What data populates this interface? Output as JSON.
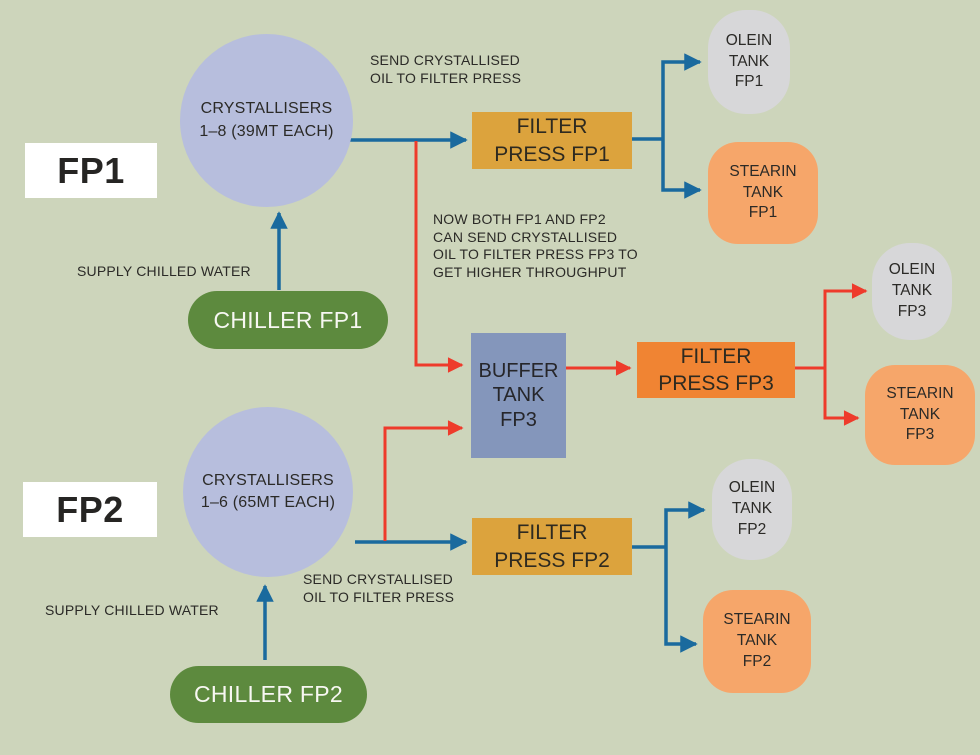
{
  "nodes": {
    "fp1_label": "FP1",
    "fp1_crystallisers": "CRYSTALLISERS\n1–8 (39MT EACH)",
    "fp1_chiller": "CHILLER FP1",
    "fp1_filter_press": "FILTER\nPRESS FP1",
    "fp1_olein_tank": "OLEIN\nTANK\nFP1",
    "fp1_stearin_tank": "STEARIN\nTANK\nFP1",
    "buffer_tank": "BUFFER\nTANK\nFP3",
    "fp3_filter_press": "FILTER\nPRESS FP3",
    "fp3_olein_tank": "OLEIN\nTANK\nFP3",
    "fp3_stearin_tank": "STEARIN\nTANK\nFP3",
    "fp2_label": "FP2",
    "fp2_crystallisers": "CRYSTALLISERS\n1–6 (65MT EACH)",
    "fp2_chiller": "CHILLER FP2",
    "fp2_filter_press": "FILTER\nPRESS FP2",
    "fp2_olein_tank": "OLEIN\nTANK\nFP2",
    "fp2_stearin_tank": "STEARIN\nTANK\nFP2"
  },
  "annotations": {
    "fp1_send_oil": "SEND CRYSTALLISED\nOIL TO FILTER PRESS",
    "fp1_supply_water": "SUPPLY CHILLED WATER",
    "now_both_note": "NOW BOTH FP1 AND FP2\nCAN SEND CRYSTALLISED\nOIL TO FILTER PRESS FP3 TO\nGET HIGHER THROUGHPUT",
    "fp2_supply_water": "SUPPLY CHILLED WATER",
    "fp2_send_oil": "SEND CRYSTALLISED\nOIL TO FILTER PRESS"
  },
  "colors": {
    "background": "#cdd5bb",
    "crystalliser_fill": "#b7bedd",
    "chiller_fill": "#5d8a3e",
    "filter_press_fill": "#dca33d",
    "filter_press_fp3_fill": "#f08433",
    "buffer_tank_fill": "#8496bb",
    "olein_tank_fill": "#d7d7d9",
    "stearin_tank_fill": "#f6a66a",
    "flow_blue": "#1a6a9e",
    "flow_red": "#ee3b2b",
    "label_box_fill": "#ffffff",
    "text": "#2b2a27"
  }
}
